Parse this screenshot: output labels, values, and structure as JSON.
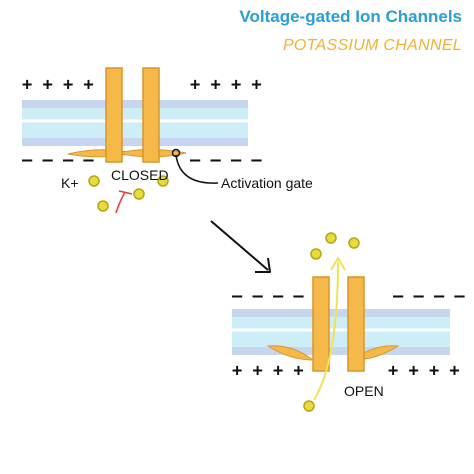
{
  "header": {
    "title": "Voltage-gated Ion Channels",
    "subtitle": "POTASSIUM CHANNEL"
  },
  "closed_panel": {
    "top_left_charges": "+ + + +",
    "top_right_charges": "+ + + +",
    "bottom_left_charges": "– – – –",
    "bottom_right_charges": "– – – –",
    "ion_label": "K+",
    "state_label": "CLOSED",
    "gate_label": "Activation gate"
  },
  "open_panel": {
    "top_left_charges": "– – – –",
    "top_right_charges": "– – – –",
    "bottom_left_charges": "+ + + +",
    "bottom_right_charges": "+ + + +",
    "state_label": "OPEN"
  },
  "colors": {
    "title": "#2a9fd6",
    "subtitle": "#f2b134",
    "channel": "#f5b94a",
    "channel_stroke": "#d9962a",
    "membrane_outer": "#c6d6ee",
    "membrane_inner": "#cdeef6",
    "ion": "#e7dc3a",
    "ion_stroke": "#b2a51b",
    "block_mark": "#e0433b",
    "ion_path": "#efe25a",
    "ink": "#111111"
  },
  "icons": {
    "transition_arrow": "arrow-down-right-icon",
    "blocked_flow": "blocked-t-icon",
    "ion_flow": "arrow-up-icon"
  }
}
